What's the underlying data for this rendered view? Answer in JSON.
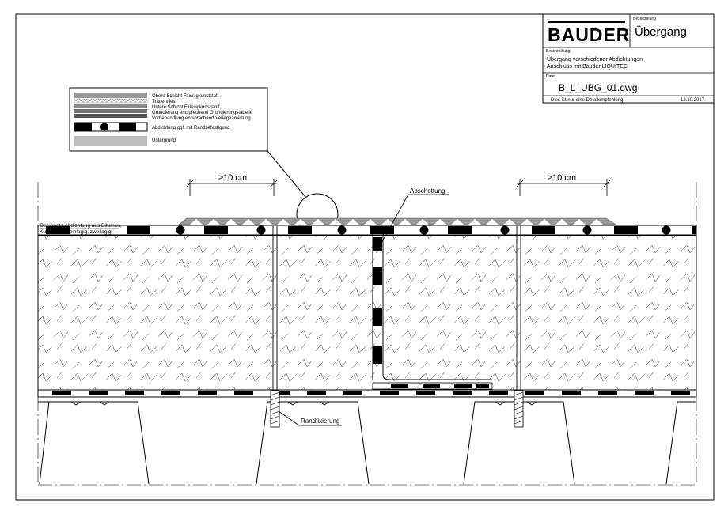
{
  "title_block": {
    "logo": "BAUDER",
    "bezeichnung_label": "Bezeichnung",
    "bezeichnung": "Übergang",
    "beschreibung_label": "Beschreibung",
    "beschreibung_line1": "Übergang verschiedener Abdichtungen",
    "beschreibung_line2": "Anschluss mit Bauder LIQUITEC",
    "datei_label": "Datei",
    "datei": "B_L_UBG_01.dwg",
    "note": "Dies ist nur eine Detailempfehlung",
    "date": "12.10.2017"
  },
  "legend": {
    "items": [
      "Obere Schicht Flüssigkunststoff",
      "Trägervlies",
      "Untere Schicht Flüssigkunststoff",
      "Grundierung entsprechend Grundierungstabelle",
      "Vorbehandlung entsprechend Verlegeanleitung",
      "Abdichtung ggf. mit Randbefestigung",
      "Untergrund"
    ]
  },
  "annotations": {
    "dim_left": "≥10 cm",
    "dim_right": "≥10 cm",
    "abschottung": "Abschottung",
    "existing_line1": "Geeignete Abdichtung aus Bitumen,",
    "existing_line2": "Kunststoff ... einlagig, zweilagig",
    "randfixierung": "Randfixierung"
  },
  "colors": {
    "line": "#000000",
    "liquid_grey": "#9a9a9a",
    "light_grey": "#b8b8b8",
    "mid_grey": "#7d7d7d"
  }
}
